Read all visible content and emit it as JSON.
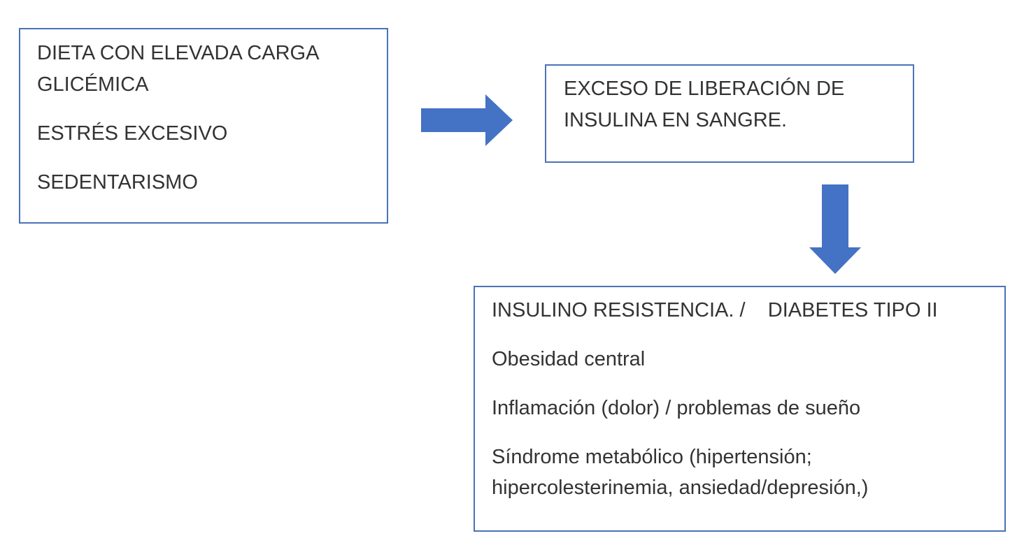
{
  "diagram": {
    "causes_box": {
      "lines": [
        "DIETA CON ELEVADA CARGA",
        "GLICÉMICA",
        "ESTRÉS EXCESIVO",
        "SEDENTARISMO"
      ]
    },
    "insulin_box": {
      "lines": [
        "EXCESO DE LIBERACIÓN DE",
        "INSULINA EN SANGRE."
      ]
    },
    "effects_box": {
      "lines": [
        "INSULINO RESISTENCIA. /    DIABETES TIPO II",
        "Obesidad central",
        "Inflamación (dolor) / problemas de sueño",
        "Síndrome metabólico (hipertensión;",
        "hipercolesterinemia, ansiedad/depresión,)"
      ]
    },
    "colors": {
      "arrow": "#4472c4",
      "box_border": "#4a72b8",
      "text": "#333333"
    }
  }
}
